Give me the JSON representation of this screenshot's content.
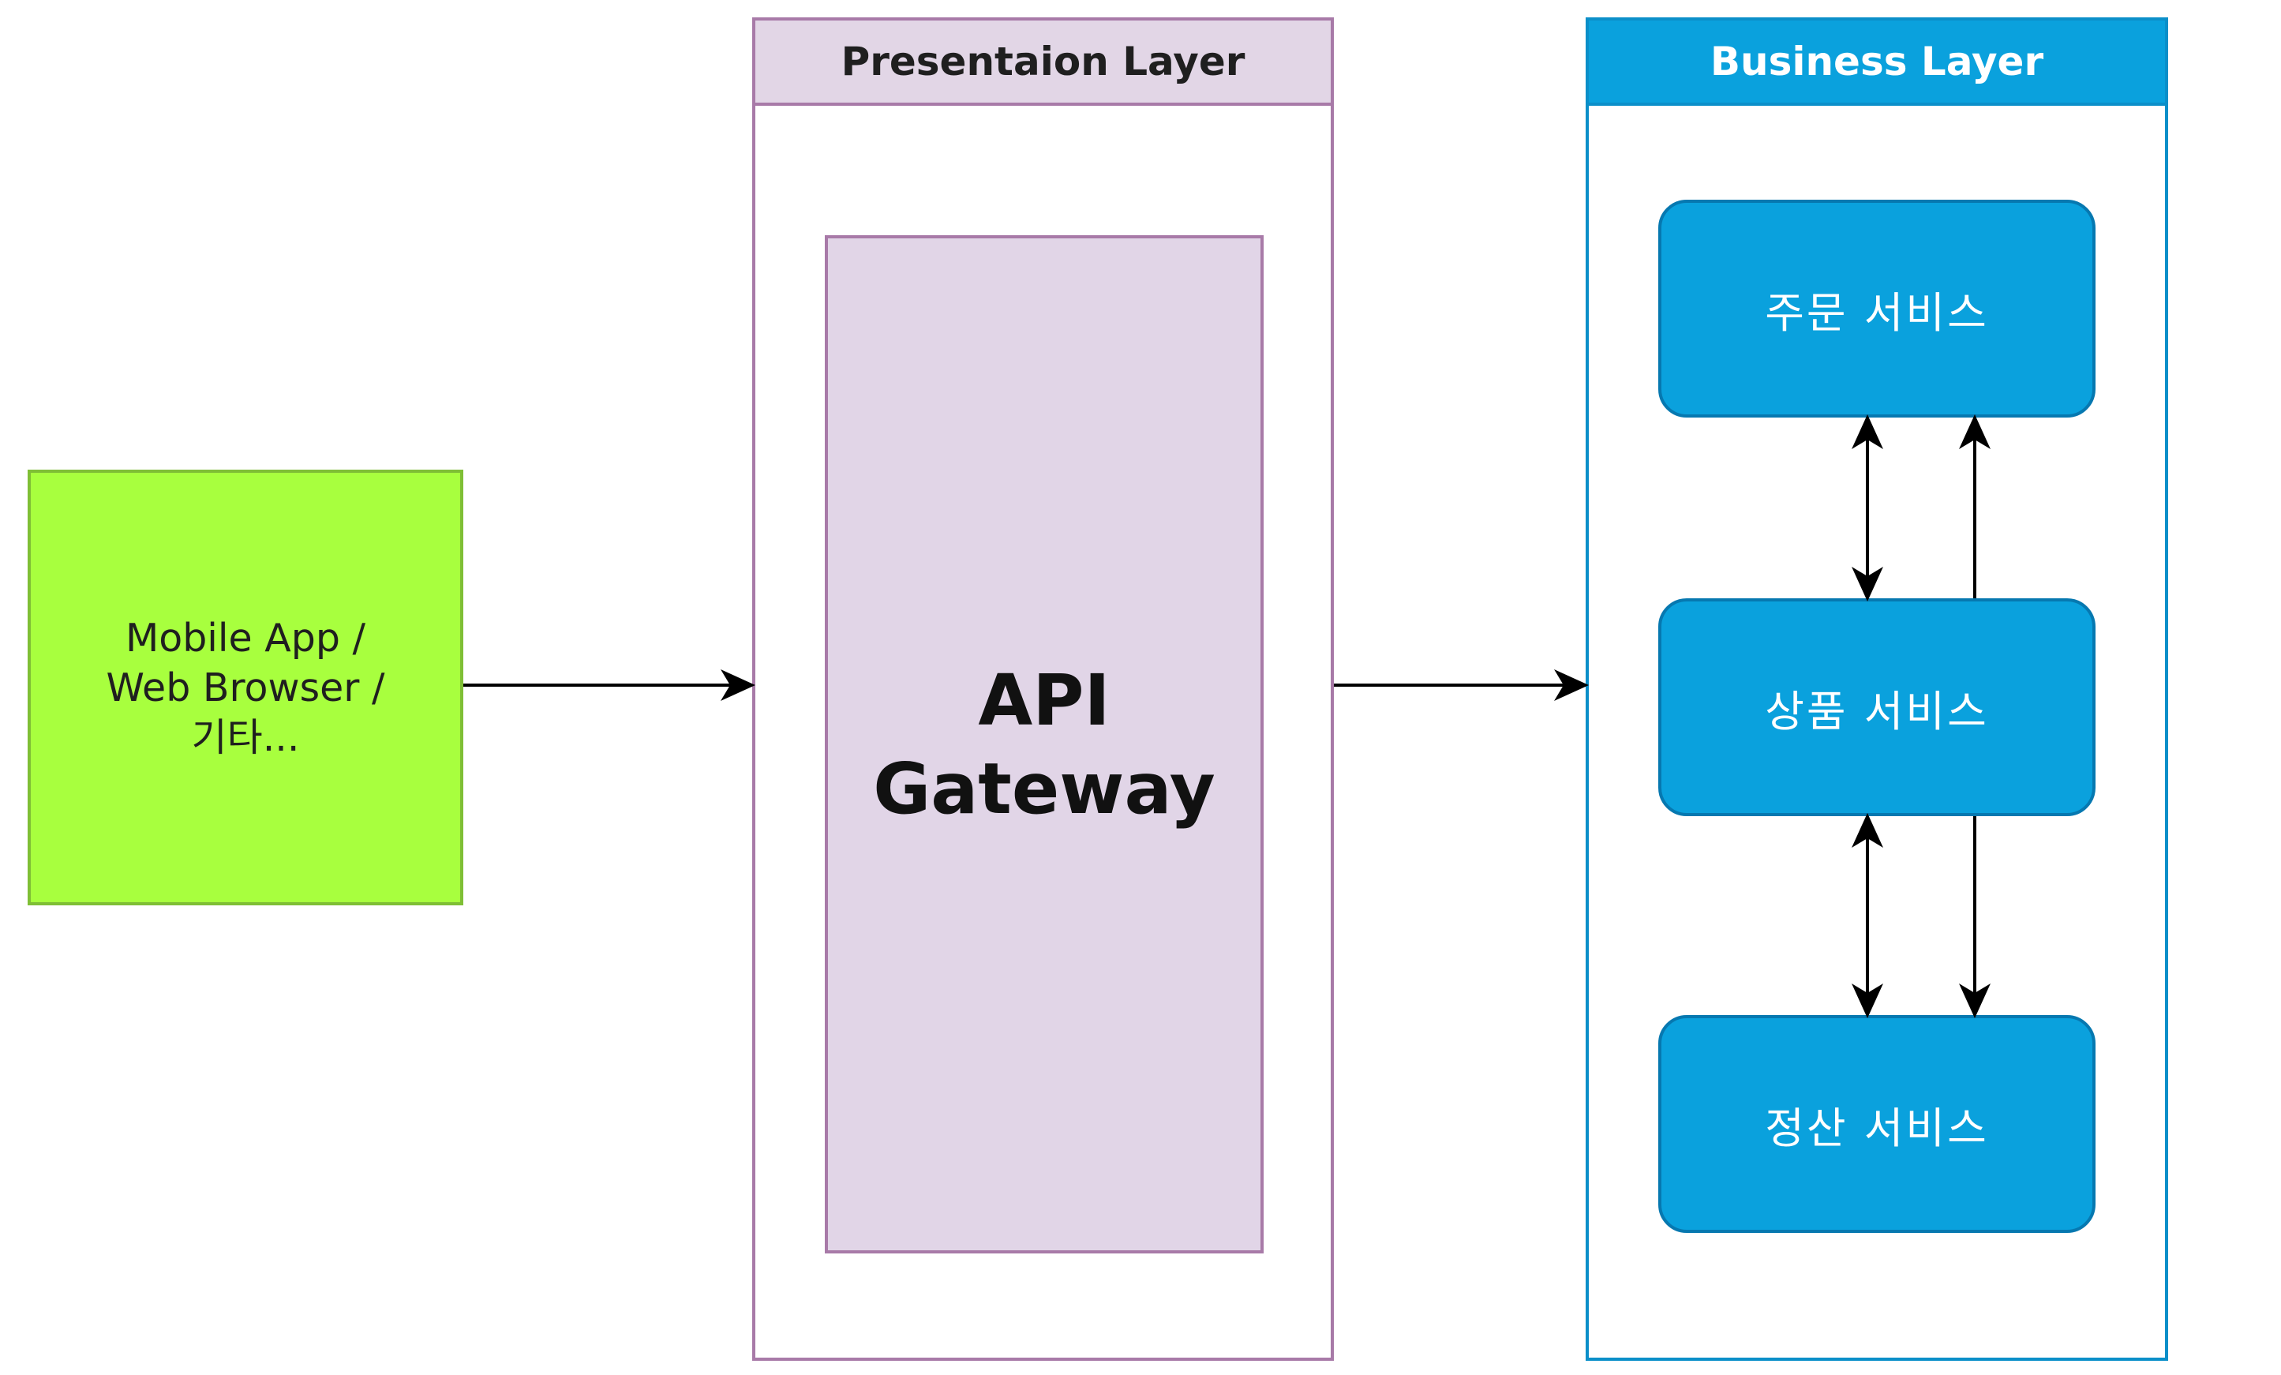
{
  "client": {
    "label": "Mobile App /\nWeb Browser /\n기타..."
  },
  "presentation_layer": {
    "title": "Presentaion Layer",
    "gateway_label": "API\nGateway"
  },
  "business_layer": {
    "title": "Business Layer",
    "services": [
      {
        "label": "주문 서비스"
      },
      {
        "label": "상품 서비스"
      },
      {
        "label": "정산 서비스"
      }
    ]
  },
  "colors": {
    "client_fill": "#a8ff3e",
    "presentation_fill": "#e1d5e7",
    "presentation_border": "#a87aa8",
    "business_fill": "#0aa1dd",
    "business_border": "#0678b0"
  }
}
